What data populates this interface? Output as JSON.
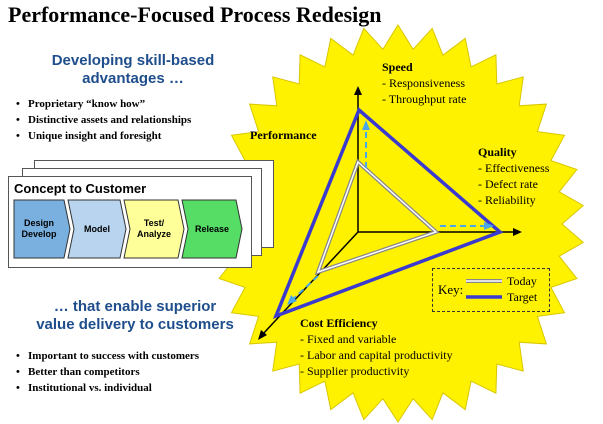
{
  "title": "Performance-Focused Process Redesign",
  "skill_section": {
    "heading_line1": "Developing skill-based",
    "heading_line2": "advantages …",
    "bullets": [
      "Proprietary “know how”",
      "Distinctive assets and relationships",
      "Unique insight and foresight"
    ]
  },
  "value_section": {
    "heading_line1": "… that enable superior",
    "heading_line2": "value delivery to customers",
    "bullets": [
      "Important to success with customers",
      "Better than competitors",
      "Institutional vs. individual"
    ]
  },
  "process": {
    "title": "Concept to Customer",
    "stages": [
      {
        "line1": "Design",
        "line2": "Develop",
        "color": "#7ab0e0"
      },
      {
        "line1": "Model",
        "line2": "",
        "color": "#b8d4ef"
      },
      {
        "line1": "Test/",
        "line2": "Analyze",
        "color": "#ffff99"
      },
      {
        "line1": "Release",
        "line2": "",
        "color": "#55dd66"
      }
    ]
  },
  "radar": {
    "performance_label": "Performance",
    "speed": {
      "title": "Speed",
      "items": [
        "- Responsiveness",
        "- Throughput rate"
      ]
    },
    "quality": {
      "title": "Quality",
      "items": [
        "- Effectiveness",
        "- Defect rate",
        "- Reliability"
      ]
    },
    "cost": {
      "title": "Cost Efficiency",
      "items": [
        "- Fixed and variable",
        "- Labor and capital productivity",
        "- Supplier productivity"
      ]
    },
    "colors": {
      "star": "#fff200",
      "target": "#3a3ad0",
      "today": "#aaaaaa",
      "arrow": "#4aa8e8"
    }
  },
  "key": {
    "label": "Key:",
    "today": "Today",
    "target": "Target"
  }
}
